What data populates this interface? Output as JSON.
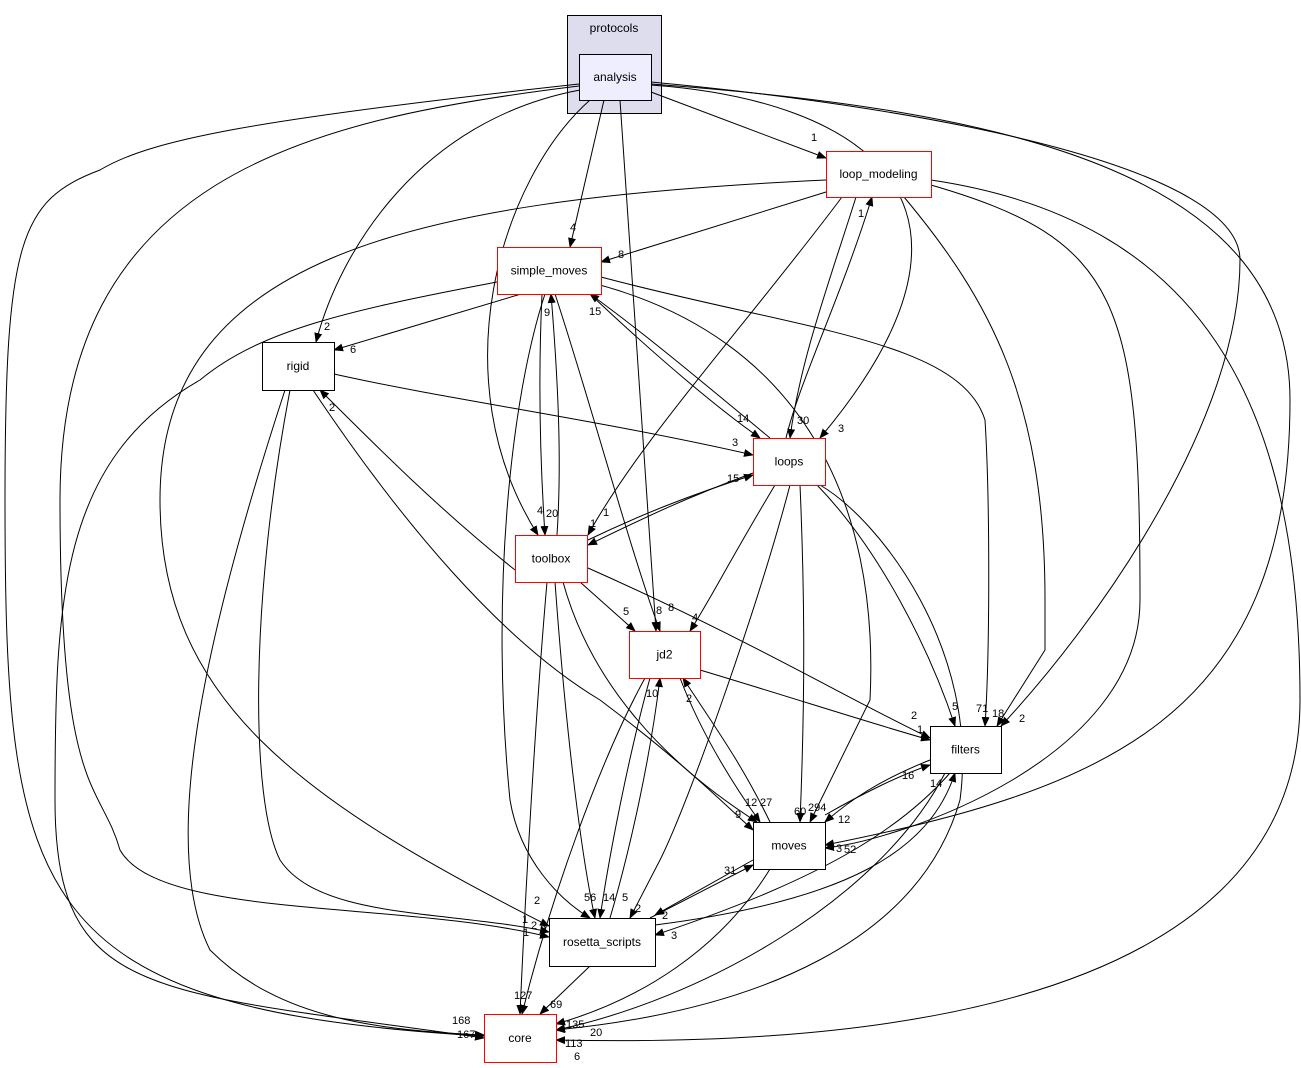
{
  "cluster": {
    "label": "protocols",
    "fill": "#ddddee"
  },
  "nodes": {
    "analysis": {
      "label": "analysis",
      "border": "#000000",
      "fill": "#eeeeff"
    },
    "loop_modeling": {
      "label": "loop_modeling",
      "border": "#ff0000"
    },
    "simple_moves": {
      "label": "simple_moves",
      "border": "#ff0000"
    },
    "rigid": {
      "label": "rigid",
      "border": "#000000"
    },
    "loops": {
      "label": "loops",
      "border": "#ff0000"
    },
    "toolbox": {
      "label": "toolbox",
      "border": "#ff0000"
    },
    "jd2": {
      "label": "jd2",
      "border": "#ff0000"
    },
    "filters": {
      "label": "filters",
      "border": "#000000"
    },
    "moves": {
      "label": "moves",
      "border": "#000000"
    },
    "rosetta_scripts": {
      "label": "rosetta_scripts",
      "border": "#000000"
    },
    "core": {
      "label": "core",
      "border": "#ff0000"
    }
  },
  "edges": [
    {
      "from": "analysis",
      "to": "loop_modeling",
      "label": "1"
    },
    {
      "from": "analysis",
      "to": "simple_moves",
      "label": "4"
    },
    {
      "from": "analysis",
      "to": "rigid",
      "label": "2"
    },
    {
      "from": "analysis",
      "to": "toolbox",
      "label": "4"
    },
    {
      "from": "analysis",
      "to": "jd2",
      "label": "8"
    },
    {
      "from": "analysis",
      "to": "loops",
      "label": "3"
    },
    {
      "from": "analysis",
      "to": "filters",
      "label": "2"
    },
    {
      "from": "analysis",
      "to": "moves",
      "label": "3"
    },
    {
      "from": "analysis",
      "to": "rosetta_scripts",
      "label": "2"
    },
    {
      "from": "analysis",
      "to": "core",
      "label": "168"
    },
    {
      "from": "loop_modeling",
      "to": "simple_moves",
      "label": "8"
    },
    {
      "from": "loop_modeling",
      "to": "toolbox",
      "label": "1"
    },
    {
      "from": "loop_modeling",
      "to": "loops",
      "label": "30"
    },
    {
      "from": "loop_modeling",
      "to": "filters",
      "label": "18"
    },
    {
      "from": "loop_modeling",
      "to": "moves",
      "label": "52"
    },
    {
      "from": "loop_modeling",
      "to": "core",
      "label": "113"
    },
    {
      "from": "loop_modeling",
      "to": "rosetta_scripts",
      "label": "1"
    },
    {
      "from": "simple_moves",
      "to": "rigid",
      "label": "6"
    },
    {
      "from": "simple_moves",
      "to": "toolbox",
      "label": "20"
    },
    {
      "from": "toolbox",
      "to": "simple_moves",
      "label": "9"
    },
    {
      "from": "simple_moves",
      "to": "jd2",
      "label": "8"
    },
    {
      "from": "simple_moves",
      "to": "loops",
      "label": "14"
    },
    {
      "from": "loops",
      "to": "simple_moves",
      "label": "15"
    },
    {
      "from": "simple_moves",
      "to": "moves",
      "label": "294"
    },
    {
      "from": "simple_moves",
      "to": "filters",
      "label": "71"
    },
    {
      "from": "simple_moves",
      "to": "rosetta_scripts",
      "label": "56"
    },
    {
      "from": "simple_moves",
      "to": "core",
      "label": "167"
    },
    {
      "from": "rigid",
      "to": "loops",
      "label": "3"
    },
    {
      "from": "rigid",
      "to": "moves",
      "label": "9"
    },
    {
      "from": "rigid",
      "to": "rosetta_scripts",
      "label": "2"
    },
    {
      "from": "rigid",
      "to": "core",
      "label": "1"
    },
    {
      "from": "loops",
      "to": "loop_modeling",
      "label": "1"
    },
    {
      "from": "loops",
      "to": "toolbox",
      "label": "1"
    },
    {
      "from": "toolbox",
      "to": "loops",
      "label": "15"
    },
    {
      "from": "loops",
      "to": "jd2",
      "label": "4"
    },
    {
      "from": "loops",
      "to": "filters",
      "label": "5"
    },
    {
      "from": "loops",
      "to": "moves",
      "label": "60"
    },
    {
      "from": "loops",
      "to": "rosetta_scripts",
      "label": "2"
    },
    {
      "from": "loops",
      "to": "core",
      "label": "135"
    },
    {
      "from": "toolbox",
      "to": "rigid",
      "label": "2"
    },
    {
      "from": "toolbox",
      "to": "jd2",
      "label": "5"
    },
    {
      "from": "toolbox",
      "to": "filters",
      "label": "2"
    },
    {
      "from": "toolbox",
      "to": "moves",
      "label": "12"
    },
    {
      "from": "toolbox",
      "to": "rosetta_scripts",
      "label": "14"
    },
    {
      "from": "toolbox",
      "to": "core",
      "label": "127"
    },
    {
      "from": "jd2",
      "to": "filters",
      "label": "1"
    },
    {
      "from": "jd2",
      "to": "moves",
      "label": "27"
    },
    {
      "from": "moves",
      "to": "jd2",
      "label": "2"
    },
    {
      "from": "jd2",
      "to": "rosetta_scripts",
      "label": "5"
    },
    {
      "from": "rosetta_scripts",
      "to": "jd2",
      "label": "10"
    },
    {
      "from": "jd2",
      "to": "core",
      "label": "2"
    },
    {
      "from": "filters",
      "to": "moves",
      "label": "12"
    },
    {
      "from": "moves",
      "to": "filters",
      "label": "16"
    },
    {
      "from": "filters",
      "to": "rosetta_scripts",
      "label": "3"
    },
    {
      "from": "rosetta_scripts",
      "to": "filters",
      "label": "14"
    },
    {
      "from": "filters",
      "to": "core",
      "label": "6"
    },
    {
      "from": "moves",
      "to": "rosetta_scripts",
      "label": "2"
    },
    {
      "from": "rosetta_scripts",
      "to": "moves",
      "label": "31"
    },
    {
      "from": "moves",
      "to": "core",
      "label": "20"
    },
    {
      "from": "rosetta_scripts",
      "to": "core",
      "label": "69"
    }
  ]
}
